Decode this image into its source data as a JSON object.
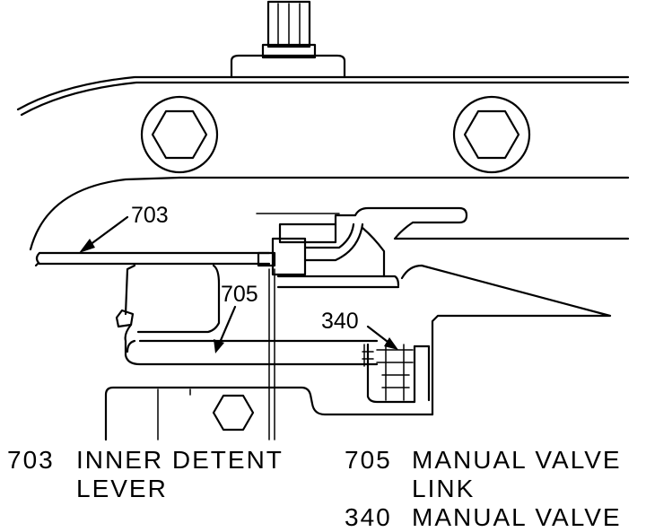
{
  "callouts": {
    "c703": "703",
    "c705": "705",
    "c340": "340"
  },
  "legend": [
    {
      "number": "703",
      "text_line1": "INNER DETENT",
      "text_line2": "LEVER"
    },
    {
      "number": "705",
      "text_line1": "MANUAL VALVE",
      "text_line2": "LINK"
    },
    {
      "number": "340",
      "text_line1": "MANUAL VALVE",
      "text_line2": ""
    }
  ]
}
